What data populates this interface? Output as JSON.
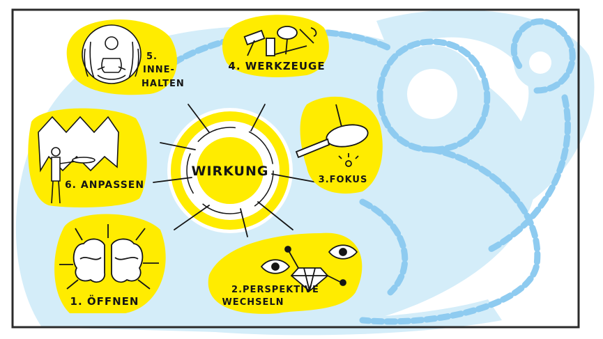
{
  "center": {
    "label": "WIRKUNG"
  },
  "steps": [
    {
      "id": "oeffnen",
      "label": "1. ÖFFNEN",
      "icon": "brain-icon"
    },
    {
      "id": "perspektive",
      "line1": "2.PERSPEKTIVE",
      "line2": "WECHSELN",
      "icon": "eyes-diamond-icon"
    },
    {
      "id": "fokus",
      "label": "3.FOKUS",
      "icon": "magnifier-icon"
    },
    {
      "id": "werkzeuge",
      "label": "4. WERKZEUGE",
      "icon": "tools-icon"
    },
    {
      "id": "innehalten",
      "line1": "5.",
      "line2": "INNE-",
      "line3": "HALTEN",
      "icon": "meditation-icon"
    },
    {
      "id": "anpassen",
      "label": "6. ANPASSEN",
      "icon": "person-tray-icon"
    }
  ],
  "colors": {
    "yellow": "#ffec00",
    "light_blue": "#d4edf9",
    "dash_blue": "#8ecbf0",
    "ink": "#151515",
    "frame": "#2b2b2b"
  }
}
